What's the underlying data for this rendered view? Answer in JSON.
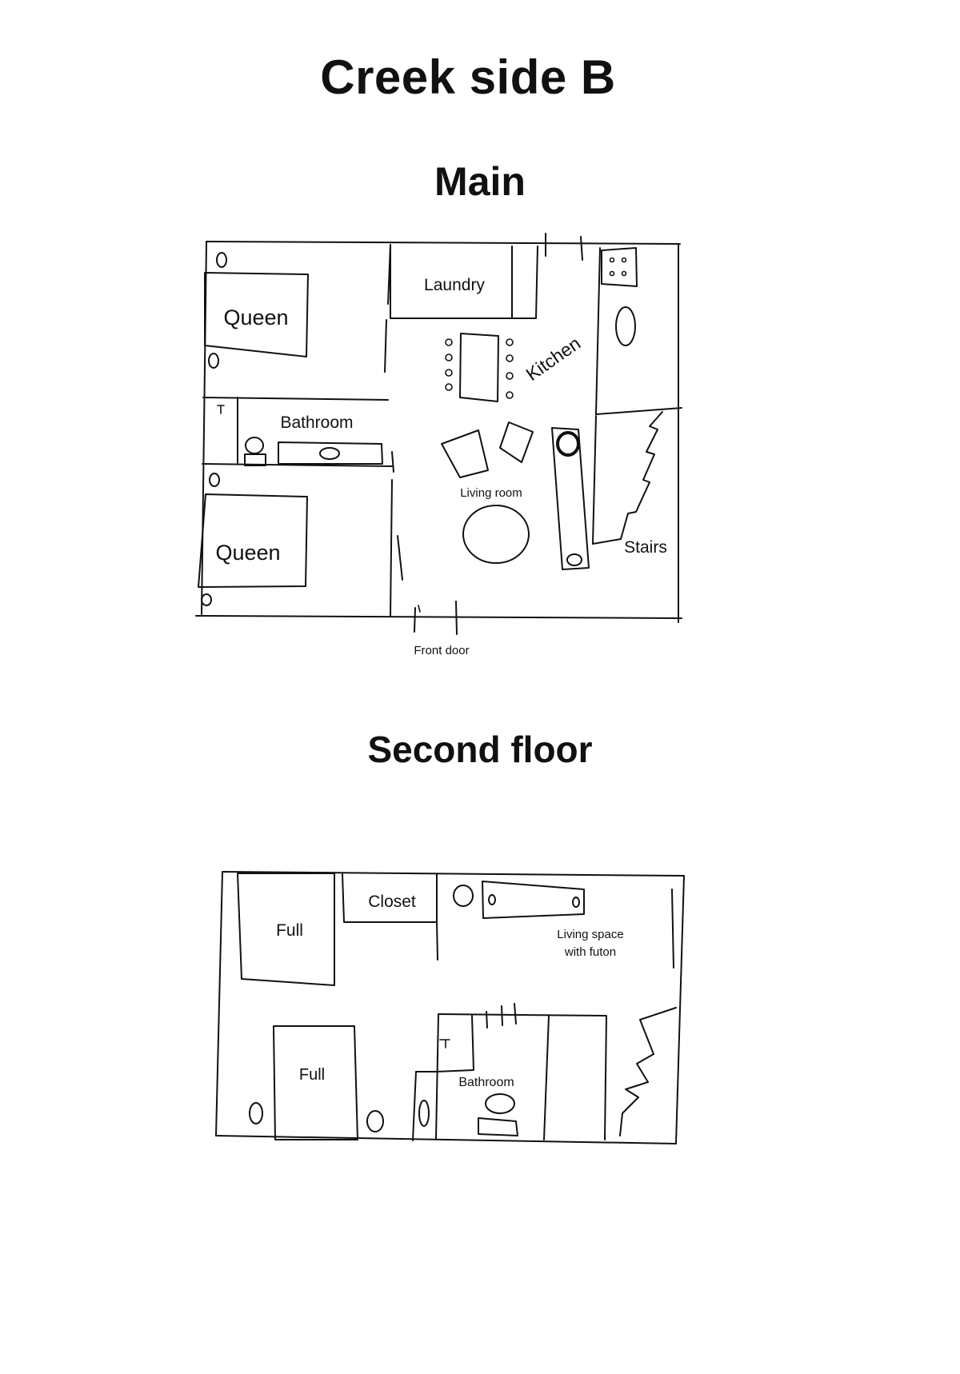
{
  "title": "Creek side B",
  "main_floor": {
    "heading": "Main",
    "labels": {
      "queen_top": "Queen",
      "laundry": "Laundry",
      "kitchen": "Kitchen",
      "bathroom": "Bathroom",
      "living_room": "Living room",
      "queen_bottom": "Queen",
      "stairs": "Stairs",
      "front_door": "Front door"
    }
  },
  "second_floor": {
    "heading": "Second floor",
    "labels": {
      "full_top": "Full",
      "closet": "Closet",
      "living_space_line1": "Living space",
      "living_space_line2": "with futon",
      "full_bottom": "Full",
      "bathroom": "Bathroom"
    }
  }
}
